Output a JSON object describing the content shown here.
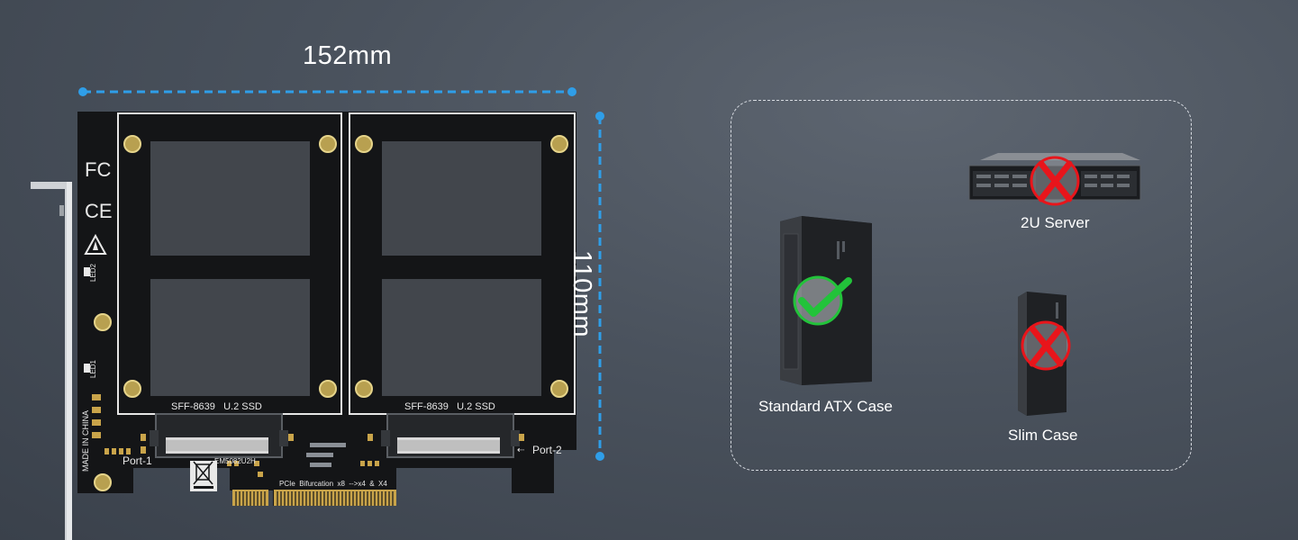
{
  "dimensions": {
    "width_label": "152mm",
    "height_label": "110mm"
  },
  "card": {
    "slot_label_left": "SFF-8639   U.2 SSD",
    "slot_label_right": "SFF-8639   U.2 SSD",
    "port1": "Port-1",
    "port2": "Port-2",
    "model": "EM5082U2H",
    "bifurcation": "PCIe  Bifurcation  x8  -->x4  &  X4",
    "made_in": "MADE IN CHINA",
    "led1": "LED1",
    "led2": "LED2",
    "fc_mark": "FC",
    "ce_mark": "CE"
  },
  "compatibility": {
    "standard_atx": {
      "label": "Standard ATX Case",
      "status": "check-icon",
      "color": "#22c33a"
    },
    "server_2u": {
      "label": "2U Server",
      "status": "cross-icon",
      "color": "#e8151b"
    },
    "slim_case": {
      "label": "Slim Case",
      "status": "cross-icon",
      "color": "#e8151b"
    }
  },
  "colors": {
    "dimension_line": "#2f9ee8",
    "pcb": "#141517"
  }
}
